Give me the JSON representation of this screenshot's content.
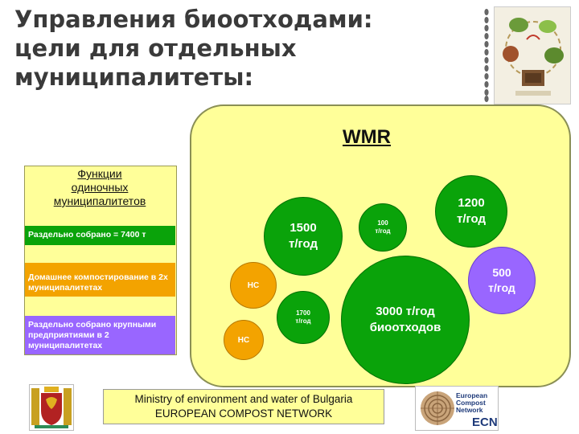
{
  "title": {
    "line1": "Управления биоотходами:",
    "line2": "цели для отдельных",
    "line3": "муниципалитеты:"
  },
  "wmr": {
    "label": "WMR"
  },
  "panel": {
    "title_line1": "Функции",
    "title_line2": "одиночных",
    "title_line3": "муниципалитетов",
    "bands": [
      {
        "text": "Раздельно собрано = 7400 т",
        "color": "#0aa30a"
      },
      {
        "text": "Домашнее компостирование в 2х муниципалитетах",
        "color": "#f3a300"
      },
      {
        "text": "Раздельно собрано крупными предприятиями в 2 муниципалитетах",
        "color": "#9966ff"
      }
    ]
  },
  "circles": {
    "c1500": {
      "line1": "1500",
      "line2": "т/год"
    },
    "c100": {
      "line1": "100",
      "line2": "т/год"
    },
    "c1200": {
      "line1": "1200",
      "line2": "т/год"
    },
    "c3000": {
      "line1": "3000 т/год",
      "line2": "биоотходов"
    },
    "c500": {
      "line1": "500",
      "line2": "т/год"
    },
    "hc1": {
      "label": "НС"
    },
    "c1700": {
      "line1": "1700",
      "line2": "т/год"
    },
    "hc2": {
      "label": "НС"
    }
  },
  "footer": {
    "line1": "Ministry of environment and water of Bulgaria",
    "line2": "EUROPEAN COMPOST NETWORK"
  },
  "ecn_logo": {
    "line1": "European",
    "line2": "Compost",
    "line3": "Network",
    "abbr": "ECN"
  },
  "colors": {
    "collected": "#0aa30a",
    "home_composting": "#f3a300",
    "large_enterprises": "#9966ff",
    "wmr_background": "#ffff99"
  },
  "icons": [
    "compost-cycle-illustration",
    "bulgaria-coat-of-arms",
    "ecn-logo-icon"
  ]
}
